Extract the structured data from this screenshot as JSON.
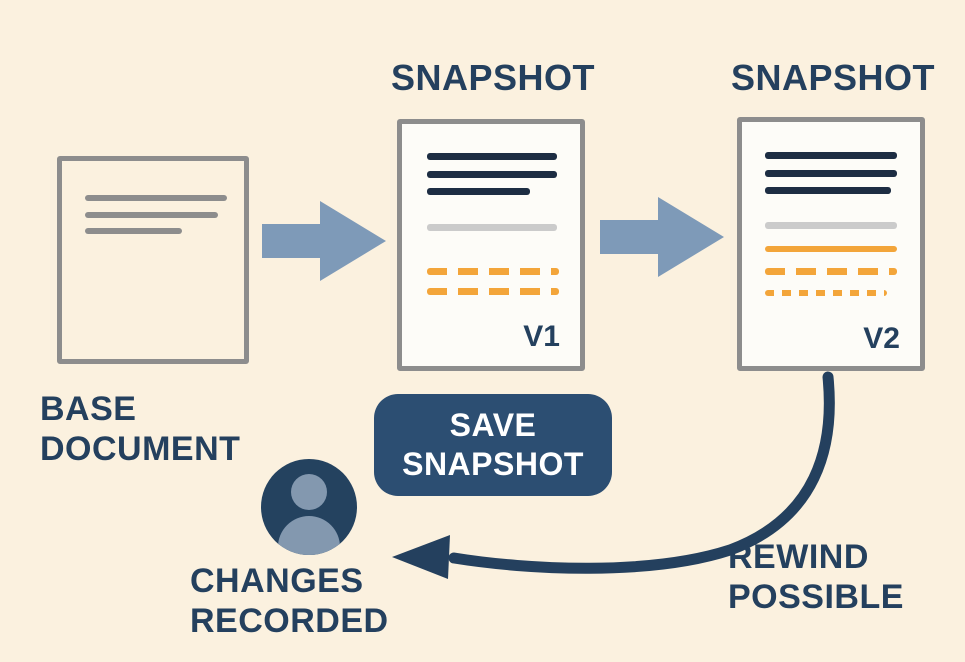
{
  "colors": {
    "background": "#fbf1df",
    "navy_text": "#24405e",
    "doc_border": "#8d8d8d",
    "doc_fill": "#fdfcf8",
    "doc_line_dark": "#1d2d43",
    "doc_line_gray": "#8d8d8d",
    "doc_line_light": "#cbcbcb",
    "orange": "#f3a53a",
    "arrow_blue": "#7e9ab8",
    "button_bg": "#2c4e72",
    "button_text": "#ffffff",
    "avatar_bg": "#24425f",
    "avatar_person": "#8398af",
    "rewind_arrow": "#24405e"
  },
  "nodes": {
    "base_document": {
      "label": "BASE DOCUMENT"
    },
    "snapshot_v1": {
      "title": "SNAPSHOT",
      "version_badge": "V1"
    },
    "snapshot_v2": {
      "title": "SNAPSHOT",
      "version_badge": "V2"
    },
    "save_snapshot_button": {
      "label": "SAVE SNAPSHOT"
    },
    "changes_recorded": {
      "label": "CHANGES RECORDED"
    },
    "rewind_possible": {
      "label": "REWIND POSSIBLE"
    }
  }
}
